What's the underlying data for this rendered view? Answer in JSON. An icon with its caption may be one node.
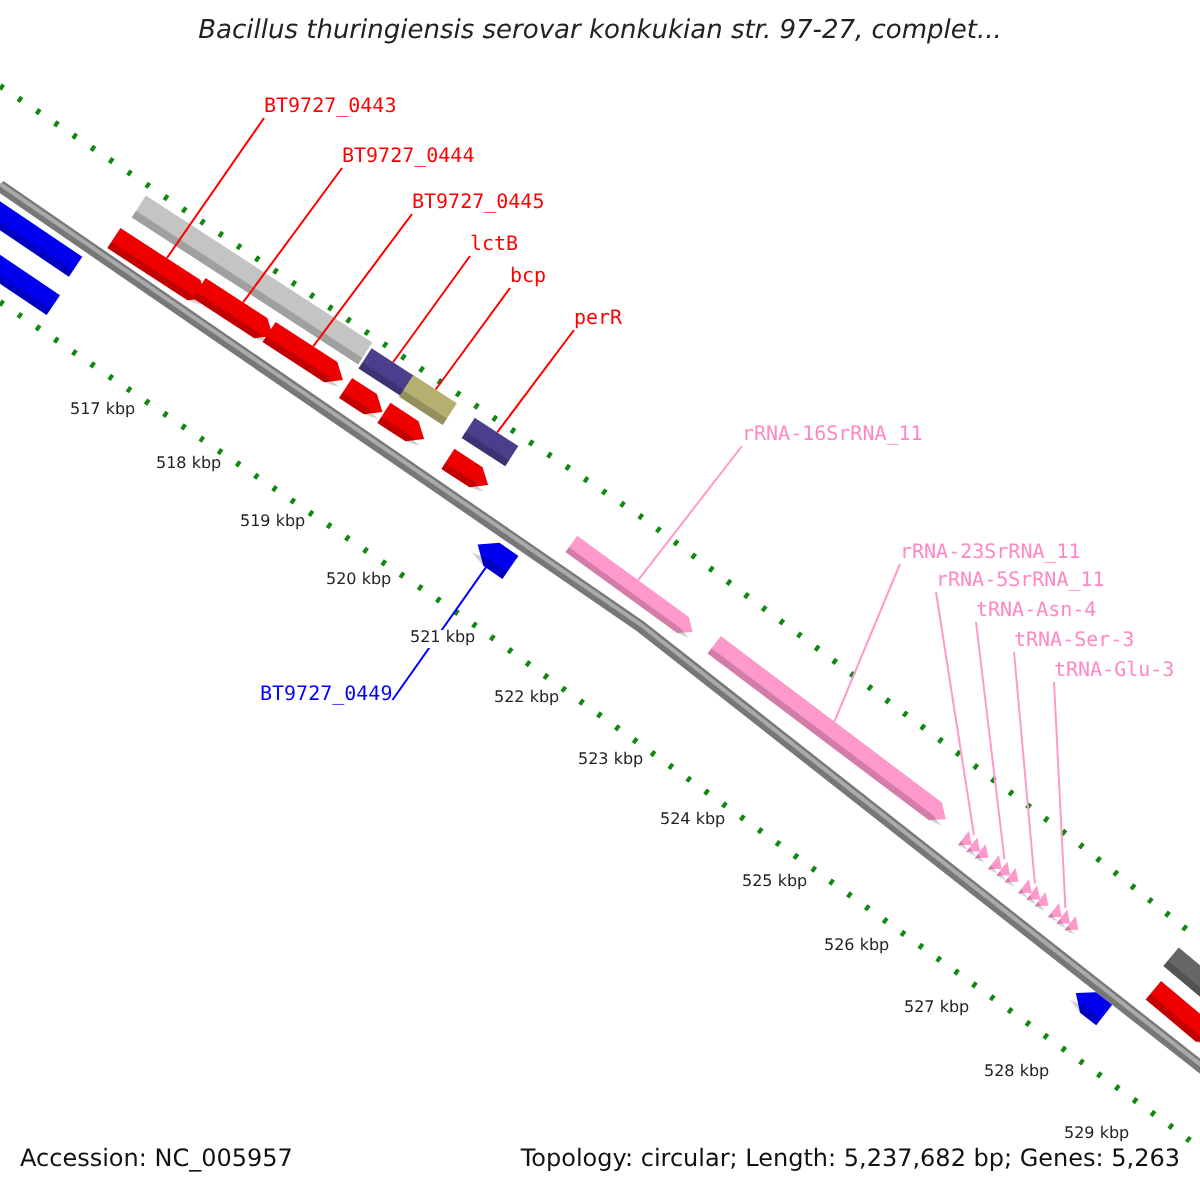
{
  "diagram": {
    "title": "Bacillus thuringiensis serovar konkukian str. 97-27, complet...",
    "nodes": [
      {
        "text": [
          "BT9727_0443"
        ]
      },
      {
        "text": [
          "BT9727_0444"
        ]
      },
      {
        "text": [
          "BT9727_0445"
        ]
      },
      {
        "text": [
          "lctB"
        ]
      },
      {
        "text": [
          "bcp"
        ]
      },
      {
        "text": [
          "perR"
        ]
      },
      {
        "text": [
          "rRNA-16SrRNA_11"
        ]
      },
      {
        "text": [
          "rRNA-23SrRNA_11"
        ]
      },
      {
        "text": [
          "rRNA-5SrRNA_11"
        ]
      },
      {
        "text": [
          "tRNA-Asn-4"
        ]
      },
      {
        "text": [
          "tRNA-Ser-3"
        ]
      },
      {
        "text": [
          "tRNA-Glu-3"
        ]
      },
      {
        "text": [
          "BT9727_0449"
        ]
      },
      {
        "text": [],
        "shape": "bar"
      },
      {
        "text": [],
        "shape": "bar"
      },
      {
        "text": [],
        "shape": "bar"
      },
      {
        "text": [],
        "shape": "arrow"
      },
      {
        "text": [],
        "shape": "arrow"
      },
      {
        "text": [],
        "shape": "arrow"
      },
      {
        "text": [],
        "shape": "arrow"
      },
      {
        "text": [],
        "shape": "arrow"
      },
      {
        "text": [],
        "shape": "arrow"
      },
      {
        "text": [],
        "shape": "bar"
      },
      {
        "text": [],
        "shape": "bar"
      },
      {
        "text": [],
        "shape": "bar"
      },
      {
        "text": [],
        "shape": "arrow"
      },
      {
        "text": [],
        "shape": "arrow"
      },
      {
        "text": [],
        "shape": "arrow"
      },
      {
        "text": [],
        "shape": "arrow"
      },
      {
        "text": [],
        "shape": "arrow"
      },
      {
        "text": [],
        "shape": "arrow"
      },
      {
        "text": [],
        "shape": "arrow"
      },
      {
        "text": [],
        "shape": "arrow"
      },
      {
        "text": [],
        "shape": "bar"
      },
      {
        "text": [],
        "shape": "arrow"
      }
    ],
    "edges": [
      {
        "from": 0,
        "to": 16,
        "arrow": "none"
      },
      {
        "from": 1,
        "to": 17,
        "arrow": "none"
      },
      {
        "from": 2,
        "to": 18,
        "arrow": "none"
      },
      {
        "from": 3,
        "to": 22,
        "arrow": "none"
      },
      {
        "from": 4,
        "to": 23,
        "arrow": "none"
      },
      {
        "from": 5,
        "to": 24,
        "arrow": "none"
      },
      {
        "from": 6,
        "to": 26,
        "arrow": "none",
        "color": "#ff99cc"
      },
      {
        "from": 7,
        "to": 27,
        "arrow": "none",
        "color": "#ff99cc"
      },
      {
        "from": 8,
        "to": 28,
        "arrow": "none",
        "color": "#ff99cc"
      },
      {
        "from": 9,
        "to": 29,
        "arrow": "none",
        "color": "#ff99cc"
      },
      {
        "from": 10,
        "to": 30,
        "arrow": "none",
        "color": "#ff99cc"
      },
      {
        "from": 11,
        "to": 31,
        "arrow": "none",
        "color": "#ff99cc"
      },
      {
        "from": 12,
        "to": 25,
        "arrow": "none",
        "color": "#0000ff"
      }
    ],
    "labels": [
      "517 kbp",
      "518 kbp",
      "519 kbp",
      "520 kbp",
      "521 kbp",
      "522 kbp",
      "523 kbp",
      "524 kbp",
      "525 kbp",
      "526 kbp",
      "527 kbp",
      "528 kbp",
      "529 kbp",
      "Accession: NC_005957",
      "Topology: circular; Length: 5,237,682 bp; Genes: 5,263"
    ]
  }
}
